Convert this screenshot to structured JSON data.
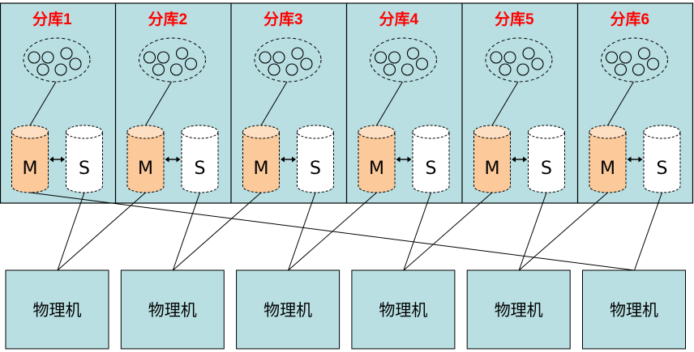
{
  "colors": {
    "panel_fill": "#b9dfe2",
    "machine_fill": "#b9dfe2",
    "master_fill": "#fbc99a",
    "master_top": "#fde0c4",
    "slave_fill": "#ffffff",
    "title_color": "#ff0000",
    "line_color": "#000000"
  },
  "shards": [
    {
      "title": "分库1",
      "master_label": "M",
      "slave_label": "S"
    },
    {
      "title": "分库2",
      "master_label": "M",
      "slave_label": "S"
    },
    {
      "title": "分库3",
      "master_label": "M",
      "slave_label": "S"
    },
    {
      "title": "分库4",
      "master_label": "M",
      "slave_label": "S"
    },
    {
      "title": "分库5",
      "master_label": "M",
      "slave_label": "S"
    },
    {
      "title": "分库6",
      "master_label": "M",
      "slave_label": "S"
    }
  ],
  "machines": [
    {
      "label": "物理机",
      "hosts": [
        {
          "shard": 1,
          "role": "slave"
        },
        {
          "shard": 2,
          "role": "master"
        }
      ]
    },
    {
      "label": "物理机",
      "hosts": [
        {
          "shard": 2,
          "role": "slave"
        },
        {
          "shard": 3,
          "role": "master"
        }
      ]
    },
    {
      "label": "物理机",
      "hosts": [
        {
          "shard": 3,
          "role": "slave"
        },
        {
          "shard": 4,
          "role": "master"
        }
      ]
    },
    {
      "label": "物理机",
      "hosts": [
        {
          "shard": 4,
          "role": "slave"
        },
        {
          "shard": 5,
          "role": "master"
        }
      ]
    },
    {
      "label": "物理机",
      "hosts": [
        {
          "shard": 5,
          "role": "slave"
        },
        {
          "shard": 6,
          "role": "master"
        }
      ]
    },
    {
      "label": "物理机",
      "hosts": [
        {
          "shard": 6,
          "role": "slave"
        },
        {
          "shard": 1,
          "role": "master"
        }
      ]
    }
  ],
  "icons": {
    "table_cluster": "table-cluster-icon",
    "replication_arrow": "bidirectional-arrow-icon"
  }
}
